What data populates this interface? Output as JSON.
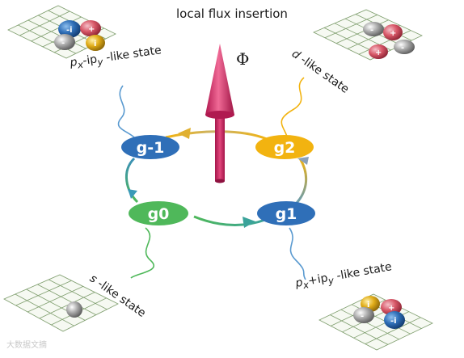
{
  "title": "local flux insertion",
  "flux_symbol": "Φ",
  "nodes": [
    {
      "id": "g-1",
      "label": "g-1",
      "color": "#2f6fb8"
    },
    {
      "id": "g2",
      "label": "g2",
      "color": "#f2b310"
    },
    {
      "id": "g0",
      "label": "g0",
      "color": "#4fb85a"
    },
    {
      "id": "g1",
      "label": "g1",
      "color": "#2f6fb8"
    }
  ],
  "states": {
    "top_left": {
      "p": "p",
      "sub1": "x",
      "mid": "-ip",
      "sub2": "y",
      "tail": " -like state"
    },
    "top_right": {
      "d": "d",
      "tail": " -like state"
    },
    "bottom_left": {
      "s": "s",
      "tail": " -like state"
    },
    "bottom_right": {
      "p": "p",
      "sub1": "x",
      "mid": "+ip",
      "sub2": "y",
      "tail": " -like state"
    }
  },
  "orbital_signs": {
    "top_left": [
      "-i",
      "+",
      "-",
      "i"
    ],
    "top_right": [
      "-",
      "+",
      "+",
      "-"
    ],
    "bottom_right": [
      "i",
      "+",
      "-",
      "-i"
    ]
  },
  "watermark": "大数据文摘",
  "colors": {
    "arrow": "#d8326a",
    "blue": "#2f6fb8",
    "yellow": "#f2b310",
    "green": "#4fb85a",
    "grid": "#7f9e6e"
  }
}
